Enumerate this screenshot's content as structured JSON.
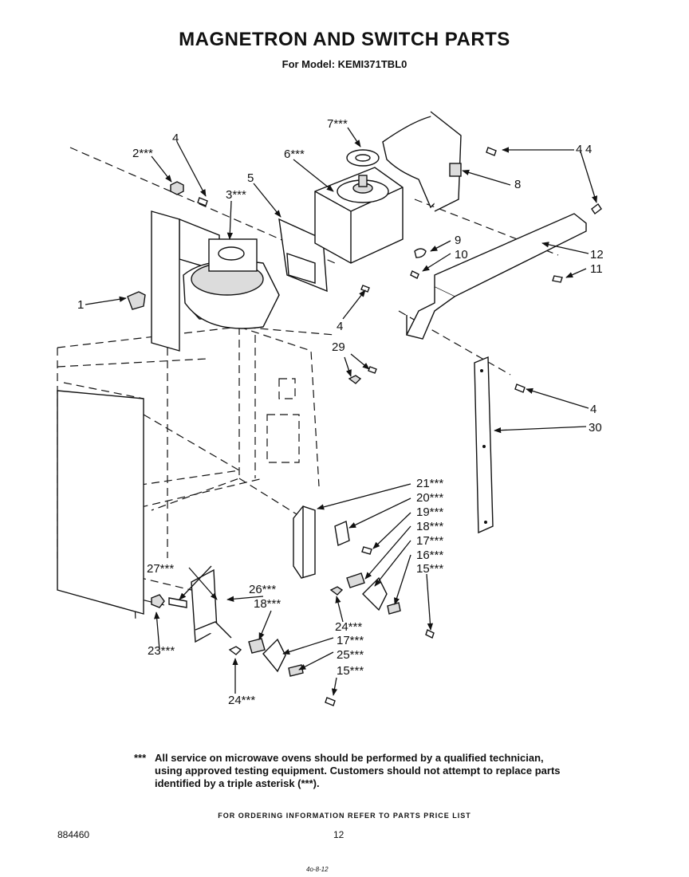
{
  "header": {
    "title": "MAGNETRON AND SWITCH PARTS",
    "subtitle": "For Model: KEMI371TBL0"
  },
  "callouts": [
    "1",
    "2***",
    "3***",
    "4",
    "4",
    "4",
    "4",
    "4",
    "5",
    "6***",
    "7***",
    "8",
    "9",
    "10",
    "11",
    "12",
    "15***",
    "15***",
    "16***",
    "17***",
    "17***",
    "18***",
    "18***",
    "19***",
    "20***",
    "21***",
    "23***",
    "24***",
    "24***",
    "25***",
    "26***",
    "27***",
    "29",
    "30"
  ],
  "footer": {
    "note_marker": "***",
    "note_text": "All service on microwave ovens should be performed by a qualified technician, using approved testing equipment. Customers should not attempt to replace parts identified by a triple asterisk (***).",
    "ordering": "FOR ORDERING INFORMATION REFER TO PARTS PRICE LIST",
    "doc_number": "884460",
    "page_number": "12",
    "code": "4o-8-12"
  }
}
